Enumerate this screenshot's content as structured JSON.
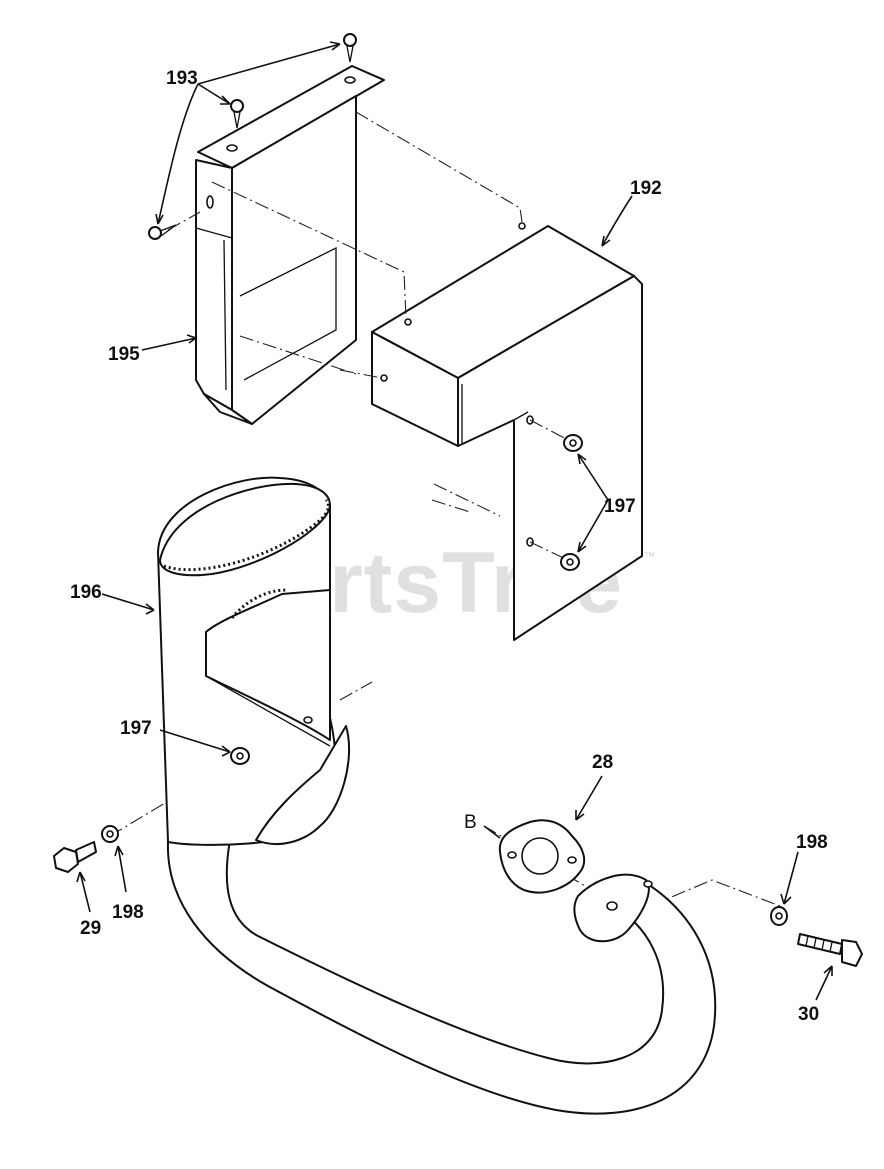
{
  "watermark": {
    "text": "PartsTree",
    "trademark": "™"
  },
  "callouts": {
    "c193": "193",
    "c192": "192",
    "c195": "195",
    "c197a": "197",
    "c196": "196",
    "c197b": "197",
    "c28": "28",
    "cB": "B",
    "c198a": "198",
    "c198b": "198",
    "c29": "29",
    "c30": "30"
  }
}
